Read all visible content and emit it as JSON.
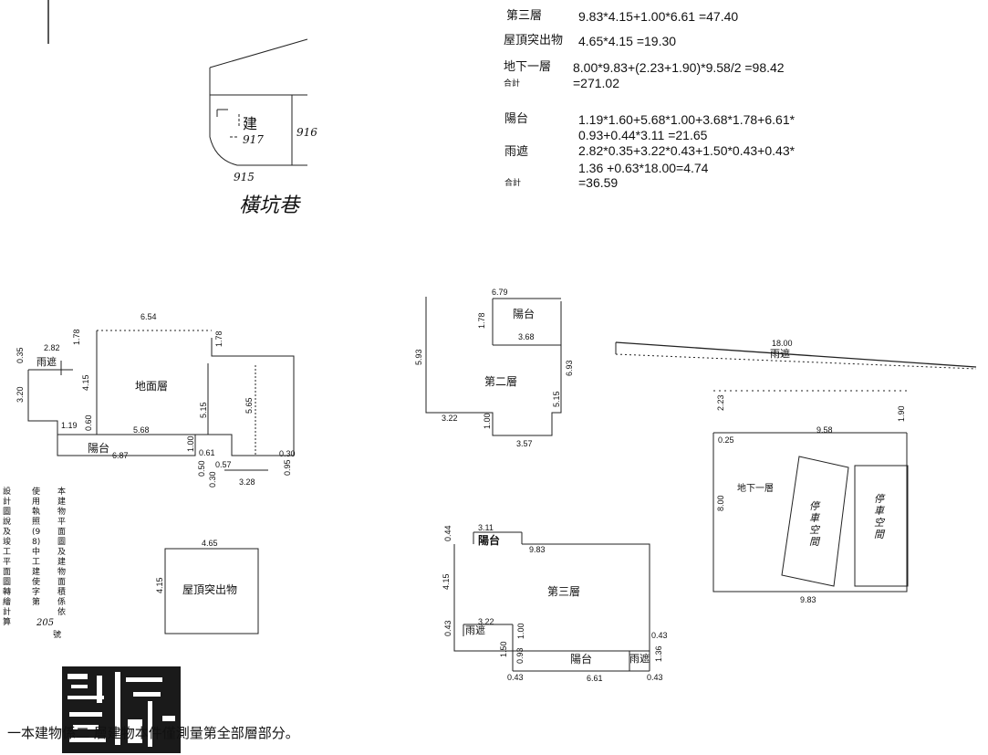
{
  "area_table": {
    "rows": [
      {
        "label": "第三層",
        "formula": "9.83*4.15+1.00*6.61 =47.40"
      },
      {
        "label": "屋頂突出物",
        "formula": "4.65*4.15 =19.30"
      },
      {
        "label": "地下一層",
        "formula": "8.00*9.83+(2.23+1.90)*9.58/2  =98.42"
      },
      {
        "label": "合計",
        "formula": "=271.02"
      },
      {
        "label": "陽台",
        "formula": "1.19*1.60+5.68*1.00+3.68*1.78+6.61*"
      },
      {
        "label": "",
        "formula": "0.93+0.44*3.11 =21.65"
      },
      {
        "label": "雨遮",
        "formula": "2.82*0.35+3.22*0.43+1.50*0.43+0.43*"
      },
      {
        "label": "",
        "formula": "1.36 +0.63*18.00=4.74"
      },
      {
        "label": "合計",
        "formula": "=36.59"
      }
    ]
  },
  "location": {
    "building_label": "建",
    "lot_main": "917",
    "lot_right": "916",
    "lot_bottom": "915",
    "street": "橫坑巷"
  },
  "ground_floor": {
    "title": "地面層",
    "balcony": "陽台",
    "canopy": "雨遮",
    "dims": {
      "top": "6.54",
      "d178a": "1.78",
      "d178b": "1.78",
      "d035": "0.35",
      "d282": "2.82",
      "d320": "3.20",
      "d415": "4.15",
      "d515": "5.15",
      "d565": "5.65",
      "d119": "1.19",
      "d060": "0.60",
      "d568": "5.68",
      "d100": "1.00",
      "d061": "0.61",
      "d687": "6.87",
      "d050": "0.50",
      "d057": "0.57",
      "d030a": "0.30",
      "d030b": "0.30",
      "d095": "0.95",
      "d328": "3.28"
    }
  },
  "second_floor": {
    "title": "第二層",
    "balcony": "陽台",
    "dims": {
      "d679": "6.79",
      "d178": "1.78",
      "d368": "3.68",
      "d593": "5.93",
      "d693": "6.93",
      "d515": "5.15",
      "d322": "3.22",
      "d100": "1.00",
      "d357": "3.57"
    }
  },
  "basement": {
    "title": "地下一層",
    "canopy": "雨遮",
    "parking_a": "停車空間",
    "parking_b": "停車空間",
    "dims": {
      "d1800": "18.00",
      "d223": "2.23",
      "d958": "9.58",
      "d190": "1.90",
      "d025": "0.25",
      "d800": "8.00",
      "d983": "9.83"
    }
  },
  "roof": {
    "title": "屋頂突出物",
    "dims": {
      "d465": "4.65",
      "d415": "4.15"
    }
  },
  "third_floor": {
    "title": "第三層",
    "balcony_top": "陽台",
    "balcony_bottom": "陽台",
    "canopy_left": "雨遮",
    "canopy_right": "雨遮",
    "dims": {
      "d311": "3.11",
      "d044": "0.44",
      "d983": "9.83",
      "d415": "4.15",
      "d322": "3.22",
      "d043a": "0.43",
      "d150": "1.50",
      "d100": "1.00",
      "d093": "0.93",
      "d043b": "0.43",
      "d661": "6.61",
      "d043c": "0.43",
      "d136": "1.36",
      "d043d": "0.43"
    }
  },
  "vertical_note": {
    "col1": "本建物平面圖及建物面積係依",
    "col2": "使用執照(98)中工建使字第",
    "col2_hand": "205",
    "col2_end": "號",
    "col3": "設計圖說及竣工平面圖轉繪計算"
  },
  "footer": {
    "note": "一本建物係二 層建物本件僅測量第全部層部分。"
  }
}
